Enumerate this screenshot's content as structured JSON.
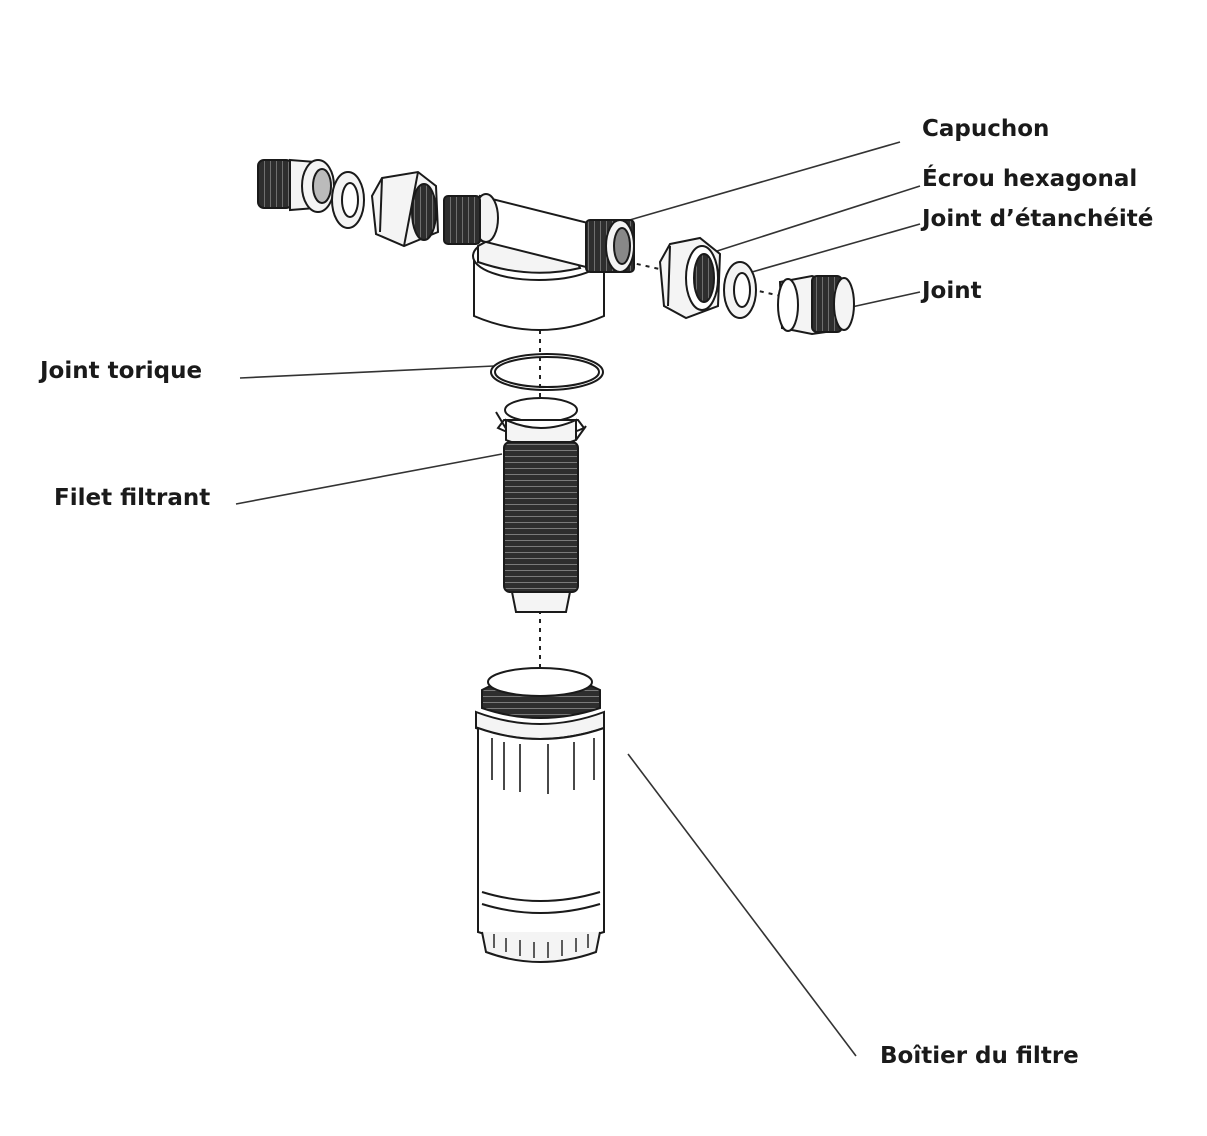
{
  "labels": {
    "capuchon": "Capuchon",
    "ecrou": "Écrou hexagonal",
    "joint_etancheite": "Joint d’étanchéité",
    "joint": "Joint",
    "joint_torique": "Joint torique",
    "filet_filtrant": "Filet filtrant",
    "boitier": "Boîtier du filtre"
  },
  "colors": {
    "ink": "#1a1a1a",
    "dark_fill": "#333333",
    "light_fill": "#f4f4f4"
  }
}
